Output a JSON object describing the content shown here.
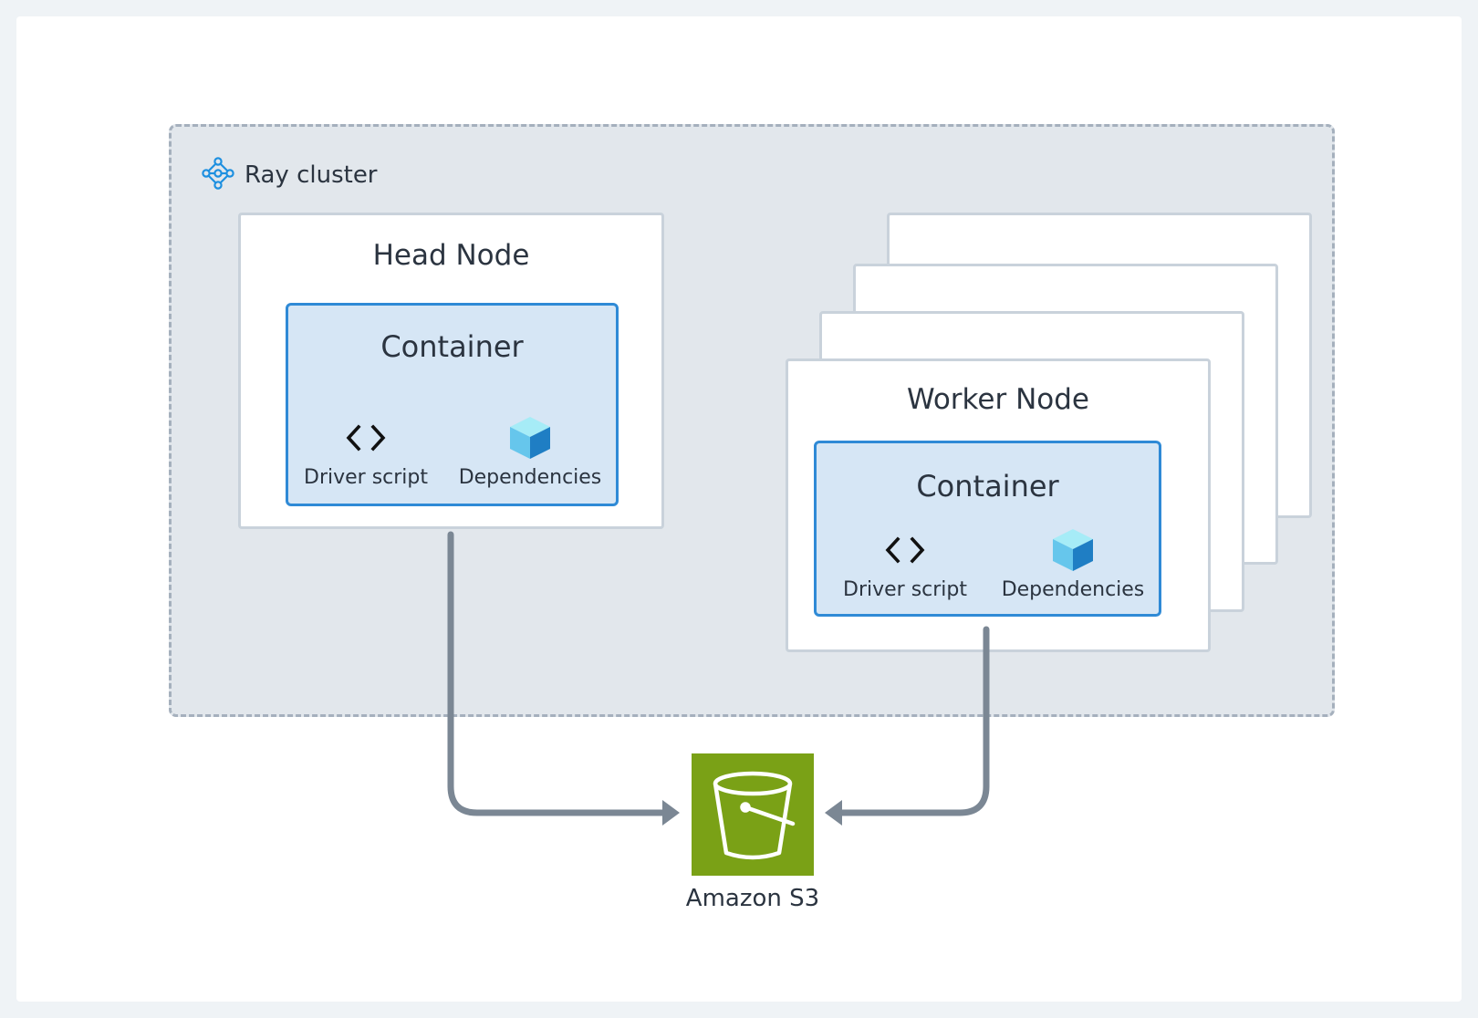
{
  "cluster": {
    "label": "Ray cluster",
    "icon": "ray-cluster-icon"
  },
  "head_node": {
    "title": "Head Node",
    "container": {
      "title": "Container",
      "items": [
        {
          "label": "Driver script",
          "icon": "code-icon"
        },
        {
          "label": "Dependencies",
          "icon": "cube-icon"
        }
      ]
    }
  },
  "worker_node": {
    "title": "Worker Node",
    "container": {
      "title": "Container",
      "items": [
        {
          "label": "Driver script",
          "icon": "code-icon"
        },
        {
          "label": "Dependencies",
          "icon": "cube-icon"
        }
      ]
    }
  },
  "storage": {
    "label": "Amazon S3",
    "icon": "s3-bucket-icon",
    "color": "#7aa116"
  },
  "colors": {
    "cluster_bg": "#e2e7ec",
    "container_bg": "#d6e6f5",
    "container_border": "#2f8ad6",
    "arrow": "#7b8794"
  }
}
